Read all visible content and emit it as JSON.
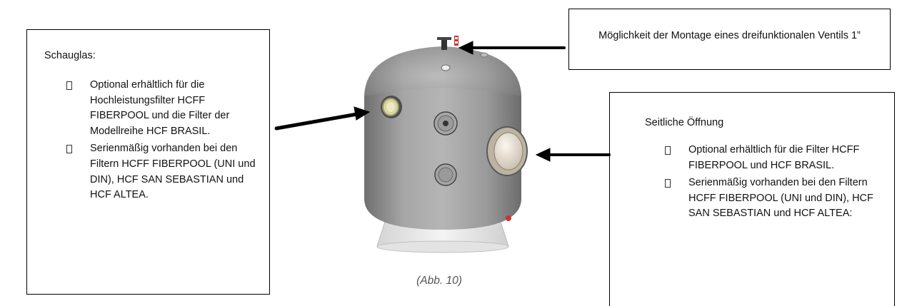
{
  "left_box": {
    "title": "Schauglas:",
    "items": [
      "Optional erhältlich für die Hochleistungsfilter HCFF FIBERPOOL und die Filter der Modellreihe HCF BRASIL.",
      "Serienmäßig vorhanden bei den Filtern HCFF FIBERPOOL (UNI und DIN), HCF SAN SEBASTIAN und HCF ALTEA."
    ]
  },
  "top_box": {
    "text": "Möglichkeit der Montage eines dreifunktionalen Ventils 1”"
  },
  "right_box": {
    "title": "Seitliche Öffnung",
    "items": [
      "Optional erhältlich für die Filter HCFF FIBERPOOL und HCF BRASIL.",
      "Serienmäßig vorhanden bei den Filtern HCFF FIBERPOOL (UNI und DIN), HCF SAN SEBASTIAN und HCF ALTEA:"
    ]
  },
  "figure": {
    "caption": "(Abb. 10)",
    "illustration": "filter-tank"
  },
  "colors": {
    "tank_body": "#9c9c9c",
    "tank_base": "#eaeaea",
    "arrow": "#000000",
    "border": "#000000"
  }
}
